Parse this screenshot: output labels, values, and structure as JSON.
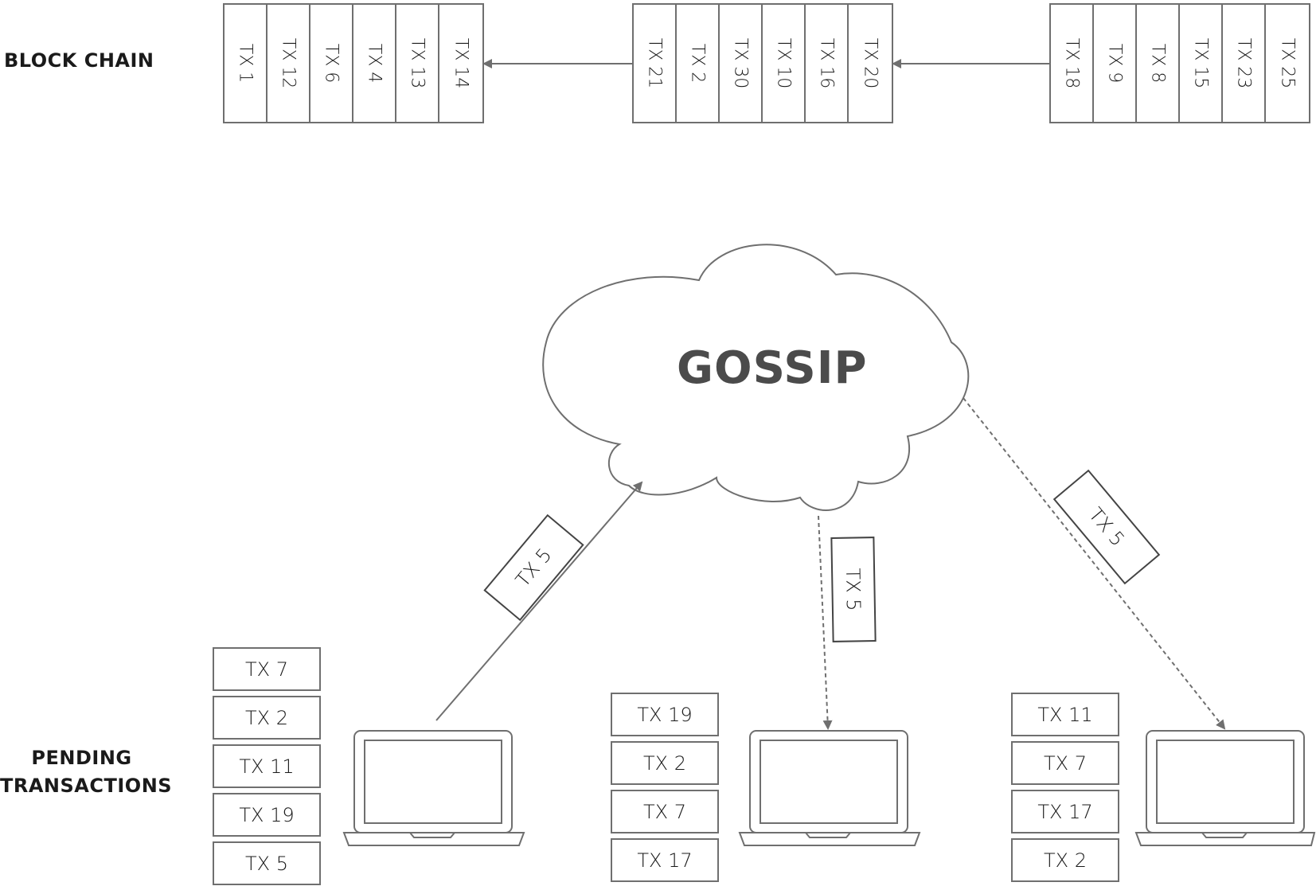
{
  "labels": {
    "blockchain": "BLOCK CHAIN",
    "pending_line1": "PENDING",
    "pending_line2": "TRANSACTIONS",
    "gossip": "GOSSIP"
  },
  "blocks": [
    [
      "TX 1",
      "TX 12",
      "TX 6",
      "TX 4",
      "TX 13",
      "TX 14"
    ],
    [
      "TX 21",
      "TX 2",
      "TX 30",
      "TX 10",
      "TX 16",
      "TX 20"
    ],
    [
      "TX 18",
      "TX 9",
      "TX 8",
      "TX 15",
      "TX 23",
      "TX 25"
    ]
  ],
  "pending": [
    [
      "TX 7",
      "TX 2",
      "TX 11",
      "TX 19",
      "TX 5"
    ],
    [
      "TX 19",
      "TX 2",
      "TX 7",
      "TX 17"
    ],
    [
      "TX 11",
      "TX 7",
      "TX 17",
      "TX 2"
    ]
  ],
  "messages": {
    "sent": "TX 5",
    "received_1": "TX 5",
    "received_2": "TX 5"
  },
  "colors": {
    "line": "#6f6f6f",
    "gossip_text": "#4b4b4b"
  }
}
